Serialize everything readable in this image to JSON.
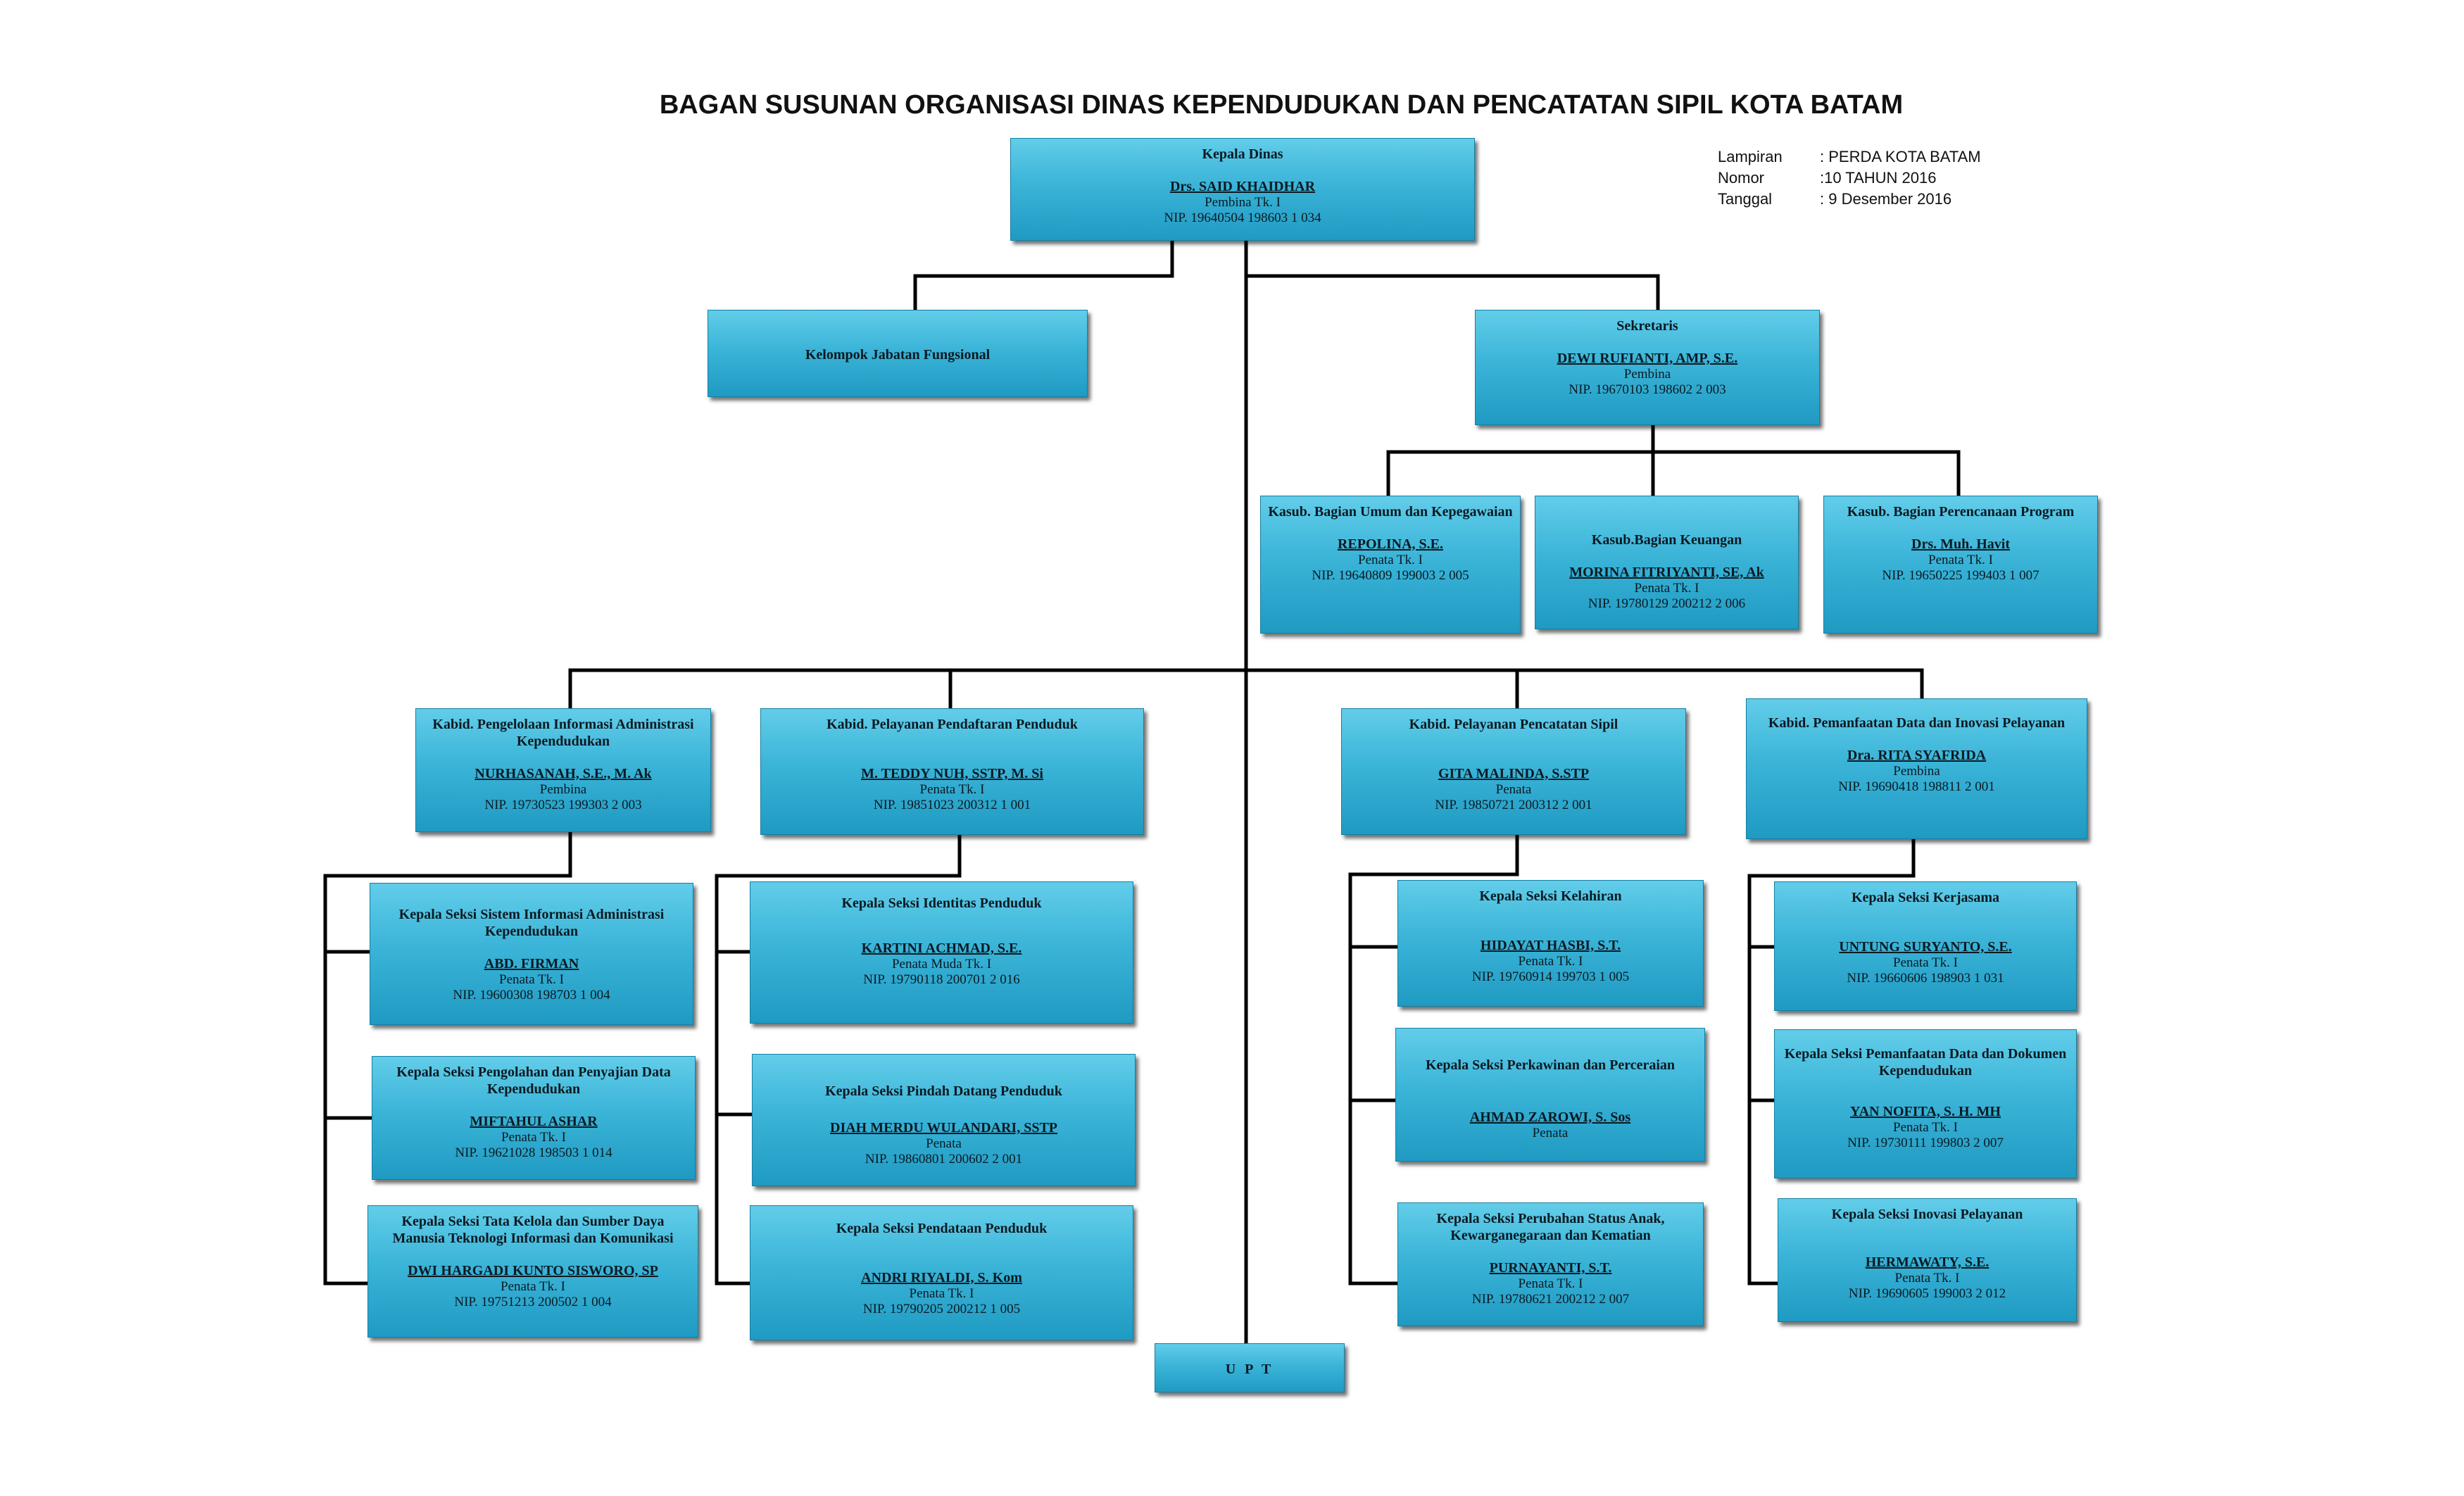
{
  "header": {
    "title": "BAGAN SUSUNAN ORGANISASI DINAS KEPENDUDUKAN DAN PENCATATAN SIPIL KOTA BATAM"
  },
  "meta": [
    {
      "key": "Lampiran",
      "value": ": PERDA KOTA BATAM"
    },
    {
      "key": "Nomor",
      "value": ":10  TAHUN 2016"
    },
    {
      "key": "Tanggal",
      "value": ": 9 Desember 2016"
    }
  ],
  "nodes": {
    "kepala_dinas": {
      "title": "Kepala Dinas",
      "name": "Drs. SAID KHAIDHAR",
      "rank": "Pembina Tk. I",
      "nip": "NIP. 19640504 198603 1 034"
    },
    "kjf": {
      "title": "Kelompok Jabatan Fungsional"
    },
    "sekretaris": {
      "title": "Sekretaris",
      "name": "DEWI RUFIANTI, AMP, S.E.",
      "rank": "Pembina",
      "nip": "NIP. 19670103 198602 2 003"
    },
    "umum": {
      "title": "Kasub. Bagian Umum dan Kepegawaian",
      "name": "REPOLINA, S.E.",
      "rank": "Penata Tk. I",
      "nip": "NIP. 19640809 199003 2 005"
    },
    "keuangan": {
      "title": "Kasub.Bagian Keuangan",
      "name": "MORINA FITRIYANTI, SE, Ak",
      "rank": "Penata Tk. I",
      "nip": "NIP. 19780129 200212 2 006"
    },
    "perencanaan": {
      "title": "Kasub. Bagian Perencanaan Program",
      "name": "Drs. Muh. Havit",
      "rank": "Penata Tk. I",
      "nip": "NIP. 19650225 199403 1 007"
    },
    "kabid_piak": {
      "title": "Kabid.  Pengelolaan Informasi Administrasi Kependudukan",
      "name": "NURHASANAH, S.E., M. Ak",
      "rank": "Pembina",
      "nip": "NIP. 19730523 199303 2 003"
    },
    "kabid_dafduk": {
      "title": "Kabid. Pelayanan Pendaftaran Penduduk",
      "name": "M. TEDDY NUH, SSTP, M. Si",
      "rank": "Penata Tk. I",
      "nip": "NIP. 19851023 200312 1 001"
    },
    "kabid_capil": {
      "title": "Kabid. Pelayanan Pencatatan Sipil",
      "name": "GITA MALINDA, S.STP",
      "rank": "Penata",
      "nip": "NIP. 19850721 200312 2 001"
    },
    "kabid_pdi": {
      "title": "Kabid. Pemanfaatan Data dan Inovasi Pelayanan",
      "name": "Dra. RITA SYAFRIDA",
      "rank": "Pembina",
      "nip": "NIP.  19690418 198811 2 001"
    },
    "siak": {
      "title": "Kepala Seksi Sistem Informasi Administrasi Kependudukan",
      "name": "ABD. FIRMAN",
      "rank": "Penata Tk. I",
      "nip": "NIP. 19600308 198703 1 004"
    },
    "pengolahan": {
      "title": "Kepala Seksi Pengolahan dan Penyajian Data Kependudukan",
      "name": "MIFTAHUL ASHAR",
      "rank": "Penata Tk. I",
      "nip": "NIP. 19621028 198503 1 014"
    },
    "tatakelola": {
      "title": "Kepala Seksi Tata Kelola dan Sumber    Daya Manusia Teknologi Informasi dan Komunikasi",
      "name": "DWI HARGADI KUNTO SISWORO, SP",
      "rank": "Penata Tk. I",
      "nip": "NIP. 19751213 200502 1 004"
    },
    "identitas": {
      "title": "Kepala Seksi Identitas Penduduk",
      "name": "KARTINI ACHMAD, S.E.",
      "rank": "Penata  Muda Tk. I",
      "nip": "NIP. 19790118 200701 2 016"
    },
    "pindah": {
      "title": "Kepala Seksi  Pindah Datang Penduduk",
      "name": "DIAH MERDU WULANDARI, SSTP",
      "rank": "Penata",
      "nip": "NIP.  19860801 200602 2 001"
    },
    "pendataan": {
      "title": "Kepala Seksi Pendataan Penduduk",
      "name": "ANDRI RIYALDI, S. Kom",
      "rank": "Penata Tk. I",
      "nip": "NIP. 19790205 200212 1 005"
    },
    "kelahiran": {
      "title": "Kepala Seksi Kelahiran",
      "name": "HIDAYAT HASBI, S.T.",
      "rank": "Penata Tk. I",
      "nip": "NIP. 19760914 199703 1 005"
    },
    "perkawinan": {
      "title": "Kepala Seksi Perkawinan dan Perceraian",
      "name": "AHMAD ZAROWI, S. Sos",
      "rank": "Penata",
      "nip": ""
    },
    "perubahan": {
      "title": "Kepala Seksi Perubahan Status Anak, Kewarganegaraan dan Kematian",
      "name": "PURNAYANTI, S.T.",
      "rank": "Penata Tk. I",
      "nip": "NIP. 19780621 200212 2 007"
    },
    "kerjasama": {
      "title": "Kepala Seksi  Kerjasama",
      "name": "UNTUNG SURYANTO, S.E.",
      "rank": "Penata Tk. I",
      "nip": "NIP. 19660606 198903 1 031"
    },
    "pemanfaatan": {
      "title": "Kepala Seksi Pemanfaatan Data dan Dokumen Kependudukan",
      "name": "YAN NOFITA, S. H. MH",
      "rank": "Penata Tk. I",
      "nip": "NIP. 19730111 199803 2 007"
    },
    "inovasi": {
      "title": "Kepala Seksi Inovasi Pelayanan",
      "name": "HERMAWATY, S.E.",
      "rank": "Penata Tk. I",
      "nip": "NIP. 19690605 199003 2 012"
    },
    "upt": {
      "title": "U P T"
    }
  }
}
